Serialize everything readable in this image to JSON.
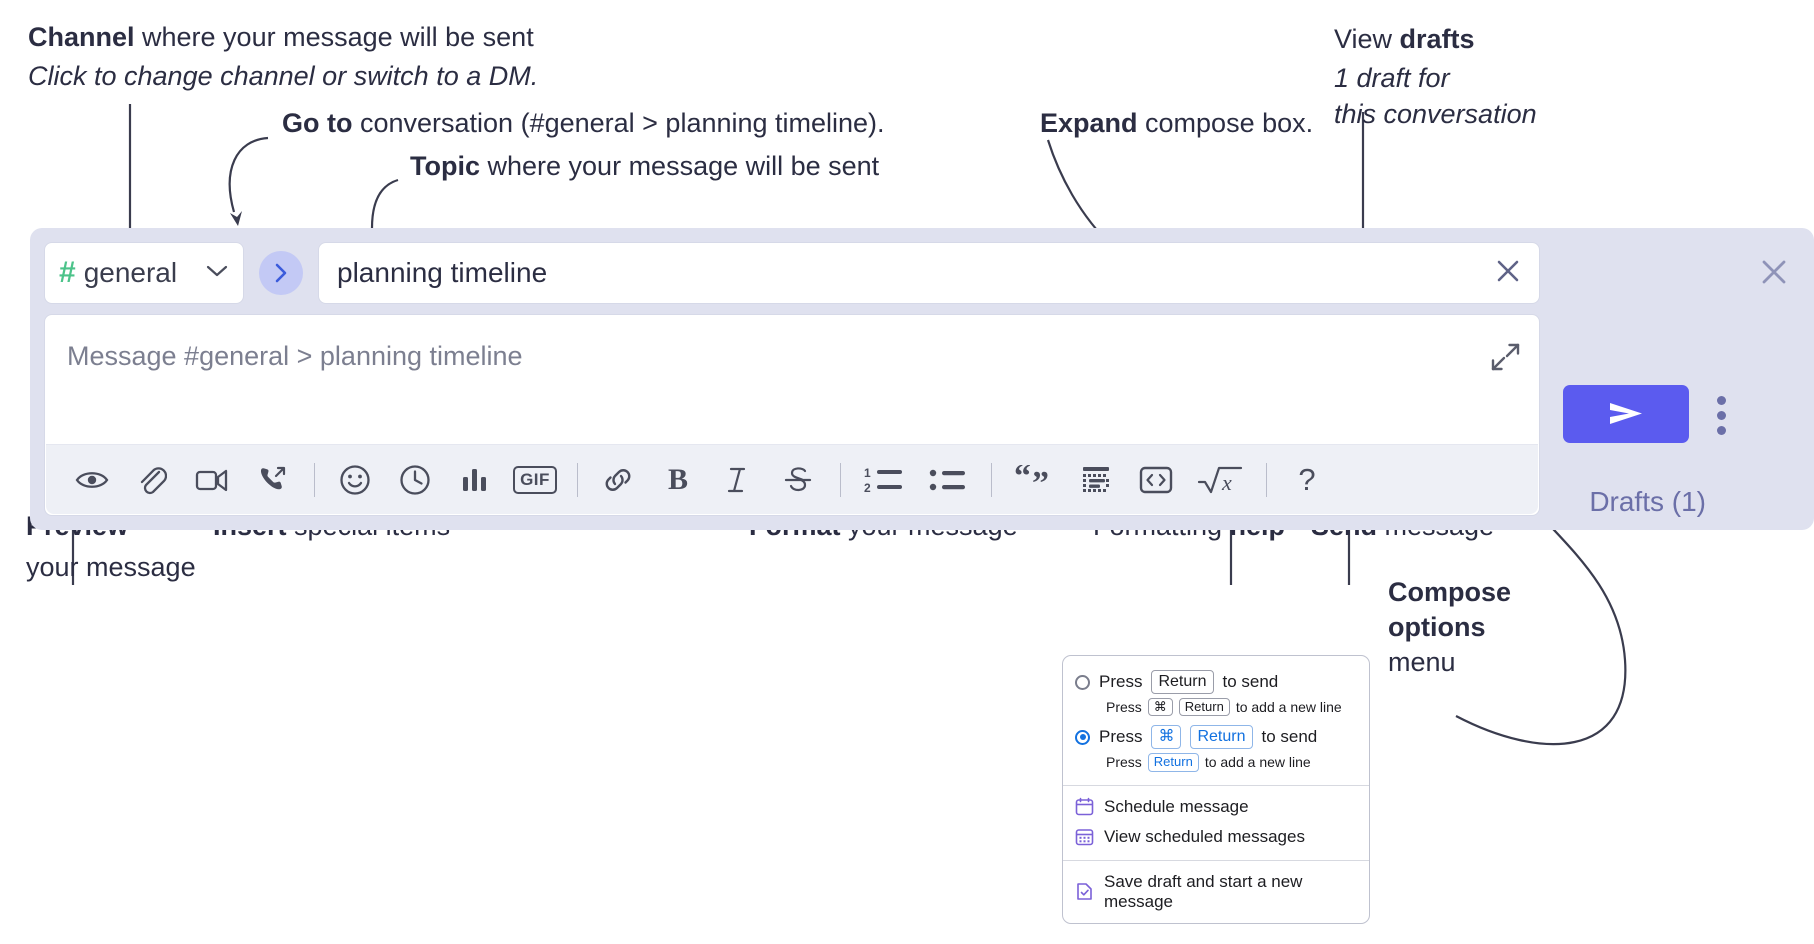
{
  "annotations": {
    "channel": {
      "bold": "Channel",
      "rest": " where your message will be sent",
      "italic": "Click to change channel or switch to a DM."
    },
    "goto": {
      "bold": "Go to",
      "rest": " conversation (#general > planning timeline)."
    },
    "topic": {
      "bold": "Topic",
      "rest": " where your message will be sent"
    },
    "expand": {
      "bold": "Expand",
      "rest": " compose box."
    },
    "drafts": {
      "pre": "View ",
      "bold": "drafts",
      "italic1": "1 draft for",
      "italic2": "this conversation"
    },
    "preview": {
      "bold": "Preview",
      "rest": "your message"
    },
    "insert": {
      "bold": "Insert",
      "rest": " special items"
    },
    "format": {
      "bold": "Format",
      "rest": " your message"
    },
    "formatting_help": {
      "pre": "Formatting ",
      "bold": "help"
    },
    "send": {
      "bold": "Send",
      "rest": " message"
    },
    "compose_options": {
      "bold1": "Compose",
      "bold2": "options",
      "rest": "menu"
    }
  },
  "compose": {
    "channel_name": "general",
    "channel_hash": "#",
    "goto_icon": "chevron-right-icon",
    "topic_value": "planning timeline",
    "topic_clear_icon": "close-icon",
    "message_placeholder": "Message #general > planning timeline",
    "expand_icon": "expand-icon",
    "drafts_label": "Drafts (1)",
    "send_icon": "send-paper-plane-icon",
    "close_icon": "close-icon",
    "options_icon": "kebab-menu-icon",
    "toolbar": [
      {
        "name": "preview-icon",
        "type": "icon",
        "label": "Preview"
      },
      {
        "name": "attachment-icon",
        "type": "icon",
        "label": "Attach file"
      },
      {
        "name": "video-camera-icon",
        "type": "icon",
        "label": "Video"
      },
      {
        "name": "phone-call-icon",
        "type": "icon",
        "label": "Call"
      },
      {
        "name": "divider",
        "type": "divider",
        "label": ""
      },
      {
        "name": "emoji-smiley-icon",
        "type": "icon",
        "label": "Emoji"
      },
      {
        "name": "clock-icon",
        "type": "icon",
        "label": "Schedule"
      },
      {
        "name": "poll-bar-chart-icon",
        "type": "icon",
        "label": "Poll"
      },
      {
        "name": "gif-icon",
        "type": "gif",
        "label": "GIF"
      },
      {
        "name": "divider",
        "type": "divider",
        "label": ""
      },
      {
        "name": "link-icon",
        "type": "icon",
        "label": "Link"
      },
      {
        "name": "bold-icon",
        "type": "icon",
        "label": "Bold"
      },
      {
        "name": "italic-icon",
        "type": "icon",
        "label": "Italic"
      },
      {
        "name": "strikethrough-icon",
        "type": "icon",
        "label": "Strikethrough"
      },
      {
        "name": "divider",
        "type": "divider",
        "label": ""
      },
      {
        "name": "ordered-list-icon",
        "type": "icon",
        "label": "Ordered list"
      },
      {
        "name": "bulleted-list-icon",
        "type": "icon",
        "label": "Bulleted list"
      },
      {
        "name": "divider",
        "type": "divider",
        "label": ""
      },
      {
        "name": "blockquote-icon",
        "type": "icon",
        "label": "Blockquote"
      },
      {
        "name": "code-block-icon",
        "type": "icon",
        "label": "Code block"
      },
      {
        "name": "inline-code-icon",
        "type": "icon",
        "label": "Code"
      },
      {
        "name": "math-sqrt-icon",
        "type": "icon",
        "label": "Math"
      },
      {
        "name": "divider",
        "type": "divider",
        "label": ""
      },
      {
        "name": "help-question-icon",
        "type": "question",
        "label": "?"
      }
    ]
  },
  "menu": {
    "option1": {
      "main_pre": "Press ",
      "main_key": "Return",
      "main_post": " to send",
      "sub_pre": "Press ",
      "sub_key1": "⌘",
      "sub_key2": "Return",
      "sub_post": " to add a new line",
      "selected": false
    },
    "option2": {
      "main_pre": "Press ",
      "main_key1": "⌘",
      "main_key2": "Return",
      "main_post": " to send",
      "sub_pre": "Press ",
      "sub_key": "Return",
      "sub_post": " to add a new line",
      "selected": true
    },
    "items": [
      {
        "icon": "calendar-schedule-icon",
        "label": "Schedule message"
      },
      {
        "icon": "calendar-grid-icon",
        "label": "View scheduled messages"
      },
      {
        "icon": "save-draft-icon",
        "label": "Save draft and start a new message"
      }
    ]
  },
  "colors": {
    "panel_bg": "#dfe1ef",
    "accent_purple": "#5b5bef",
    "channel_hash_green": "#4cc38a",
    "goto_btn_bg": "#c3c9f5",
    "drafts_text": "#6b6fa8",
    "menu_icon_purple": "#7b61d8",
    "radio_blue": "#1271e0",
    "text_dark": "#2b2d42"
  }
}
